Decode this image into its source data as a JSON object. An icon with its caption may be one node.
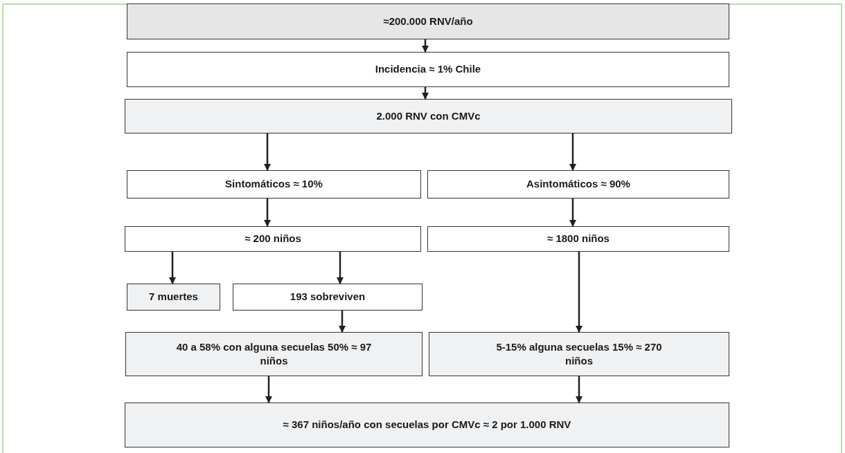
{
  "diagram": {
    "nodes": [
      {
        "text": [
          "≈200.000 RNV/año"
        ]
      },
      {
        "text": [
          "Incidencia ≈ 1% Chile"
        ]
      },
      {
        "text": [
          "2.000 RNV con CMVc"
        ]
      },
      {
        "text": [
          "Sintomáticos ≈ 10%"
        ]
      },
      {
        "text": [
          "Asintomáticos ≈ 90%"
        ]
      },
      {
        "text": [
          "≈ 200 niños"
        ]
      },
      {
        "text": [
          "≈ 1800 niños"
        ]
      },
      {
        "text": [
          "7 muertes"
        ]
      },
      {
        "text": [
          "193 sobreviven"
        ]
      },
      {
        "text": [
          "40 a 58% con alguna secuelas 50% ≈ 97 niños"
        ]
      },
      {
        "text": [
          "5-15% alguna secuelas 15% ≈ 270 niños"
        ]
      },
      {
        "text": [
          "≈ 367 niños/año con secuelas por CMVc ≈ 2 por 1.000 RNV"
        ]
      }
    ],
    "edges": [
      {
        "from": 0,
        "to": 1,
        "arrow": "to"
      },
      {
        "from": 1,
        "to": 2,
        "arrow": "to"
      },
      {
        "from": 2,
        "to": 3,
        "arrow": "to"
      },
      {
        "from": 2,
        "to": 4,
        "arrow": "to"
      },
      {
        "from": 3,
        "to": 5,
        "arrow": "to"
      },
      {
        "from": 4,
        "to": 6,
        "arrow": "to"
      },
      {
        "from": 5,
        "to": 7,
        "arrow": "to"
      },
      {
        "from": 5,
        "to": 8,
        "arrow": "to"
      },
      {
        "from": 6,
        "to": 10,
        "arrow": "to"
      },
      {
        "from": 8,
        "to": 9,
        "arrow": "to"
      },
      {
        "from": 9,
        "to": 11,
        "arrow": "to"
      },
      {
        "from": 10,
        "to": 11,
        "arrow": "to"
      }
    ]
  }
}
